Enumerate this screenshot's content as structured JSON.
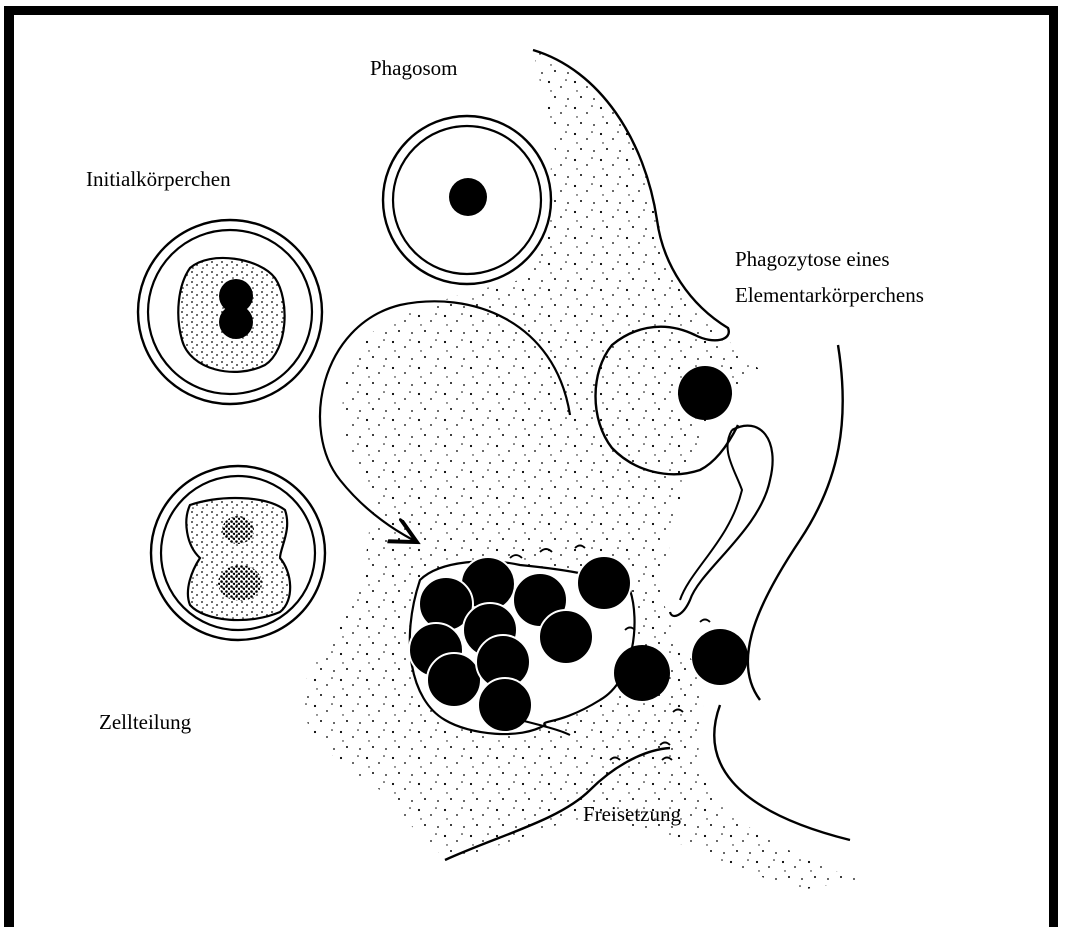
{
  "labels": {
    "phagosom": "Phagosom",
    "initialkoerperchen": "Initialkörperchen",
    "phagozytose_line1": "Phagozytose eines",
    "phagozytose_line2": "Elementarkörperchens",
    "zellteilung": "Zellteilung",
    "freisetzung": "Freisetzung"
  },
  "colors": {
    "ink": "#000000",
    "paper": "#ffffff"
  }
}
